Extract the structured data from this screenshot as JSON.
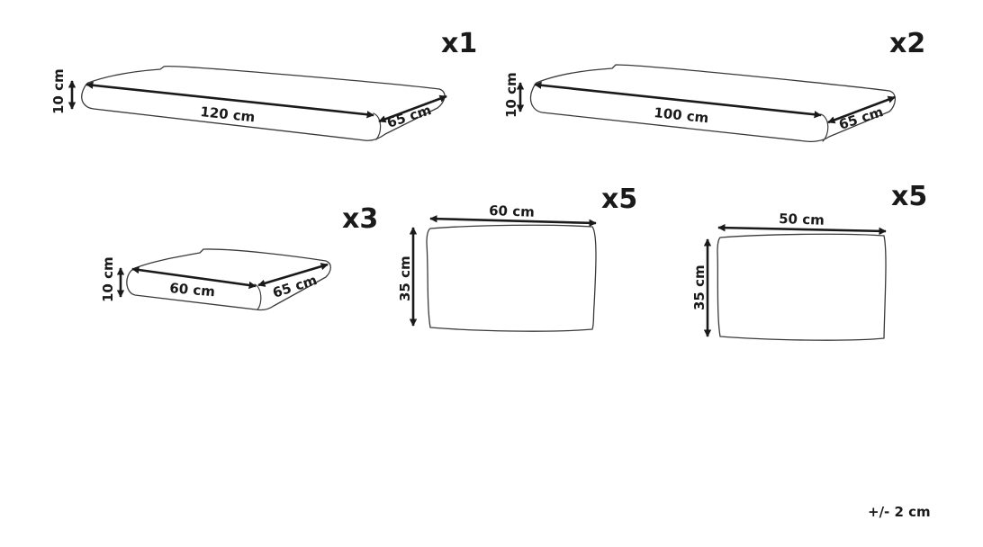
{
  "items": [
    {
      "quantity": "x1",
      "dimensions": {
        "length": "120 cm",
        "depth": "65 cm",
        "height": "10 cm"
      }
    },
    {
      "quantity": "x2",
      "dimensions": {
        "length": "100 cm",
        "depth": "65 cm",
        "height": "10 cm"
      }
    },
    {
      "quantity": "x3",
      "dimensions": {
        "length": "60 cm",
        "depth": "65 cm",
        "height": "10 cm"
      }
    },
    {
      "quantity": "x5",
      "dimensions": {
        "width": "60 cm",
        "height": "35 cm"
      }
    },
    {
      "quantity": "x5",
      "dimensions": {
        "width": "50 cm",
        "height": "35 cm"
      }
    }
  ],
  "tolerance": "+/- 2 cm",
  "colors": {
    "line": "#1a1a1a",
    "outline": "#3a3a3a",
    "background": "#ffffff"
  }
}
